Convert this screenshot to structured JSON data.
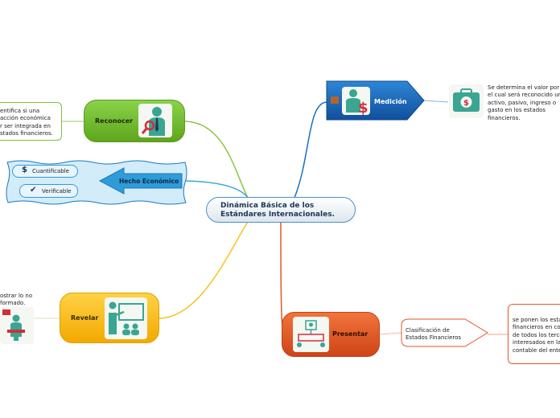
{
  "central": {
    "line1": "Dinámica Básica de los",
    "line2": "Estándares Internacionales."
  },
  "reconocer": {
    "label": "Reconocer",
    "note": [
      "entifica si una",
      "acción económica",
      "r ser integrada en",
      "stados financieros."
    ]
  },
  "hecho": {
    "label": "Hecho Económico",
    "items": [
      {
        "symbol": "$",
        "label": "Cuantificable"
      },
      {
        "symbol": "✔",
        "label": "Verificable"
      }
    ]
  },
  "revelar": {
    "label": "Revelar",
    "note": [
      "ostrar lo no",
      "formado."
    ]
  },
  "medicion": {
    "label": "Medición",
    "note": [
      "Se determina el valor por",
      "el cual será reconocido un",
      "activo, pasivo, ingreso o",
      "gasto en los estados",
      "financieros."
    ]
  },
  "presentar": {
    "label": "Presentar",
    "sub": [
      "Clasificación de",
      "Estados Financieros"
    ],
    "note": [
      "se ponen los esta",
      "financieros en co",
      "de todos los terce",
      "interesados en la",
      "contable del ente"
    ]
  },
  "colors": {
    "green": "#7cc23a",
    "blue": "#1a6fc2",
    "orange": "#e3562a",
    "yellow": "#f7c21c",
    "cyan": "#3aa7dc"
  }
}
